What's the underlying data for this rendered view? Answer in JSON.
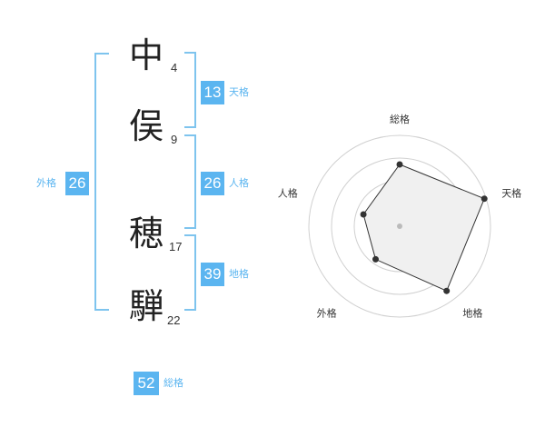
{
  "name": {
    "chars": [
      {
        "char": "中",
        "strokes": "4"
      },
      {
        "char": "俣",
        "strokes": "9"
      },
      {
        "char": "穂",
        "strokes": "17"
      },
      {
        "char": "騨",
        "strokes": "22"
      }
    ]
  },
  "kakusu": {
    "tenkaku": {
      "value": "13",
      "label": "天格"
    },
    "jinkaku": {
      "value": "26",
      "label": "人格"
    },
    "chikaku": {
      "value": "39",
      "label": "地格"
    },
    "gaikaku": {
      "value": "26",
      "label": "外格"
    },
    "soukaku": {
      "value": "52",
      "label": "総格"
    }
  },
  "colors": {
    "accent": "#5bb5f0",
    "bracket": "#7ec4ee"
  },
  "chart_data": {
    "type": "radar",
    "axes": [
      "総格",
      "天格",
      "地格",
      "外格",
      "人格"
    ],
    "values": [
      0.68,
      0.98,
      0.88,
      0.45,
      0.42
    ],
    "rings": 4,
    "range": [
      0,
      1
    ]
  }
}
